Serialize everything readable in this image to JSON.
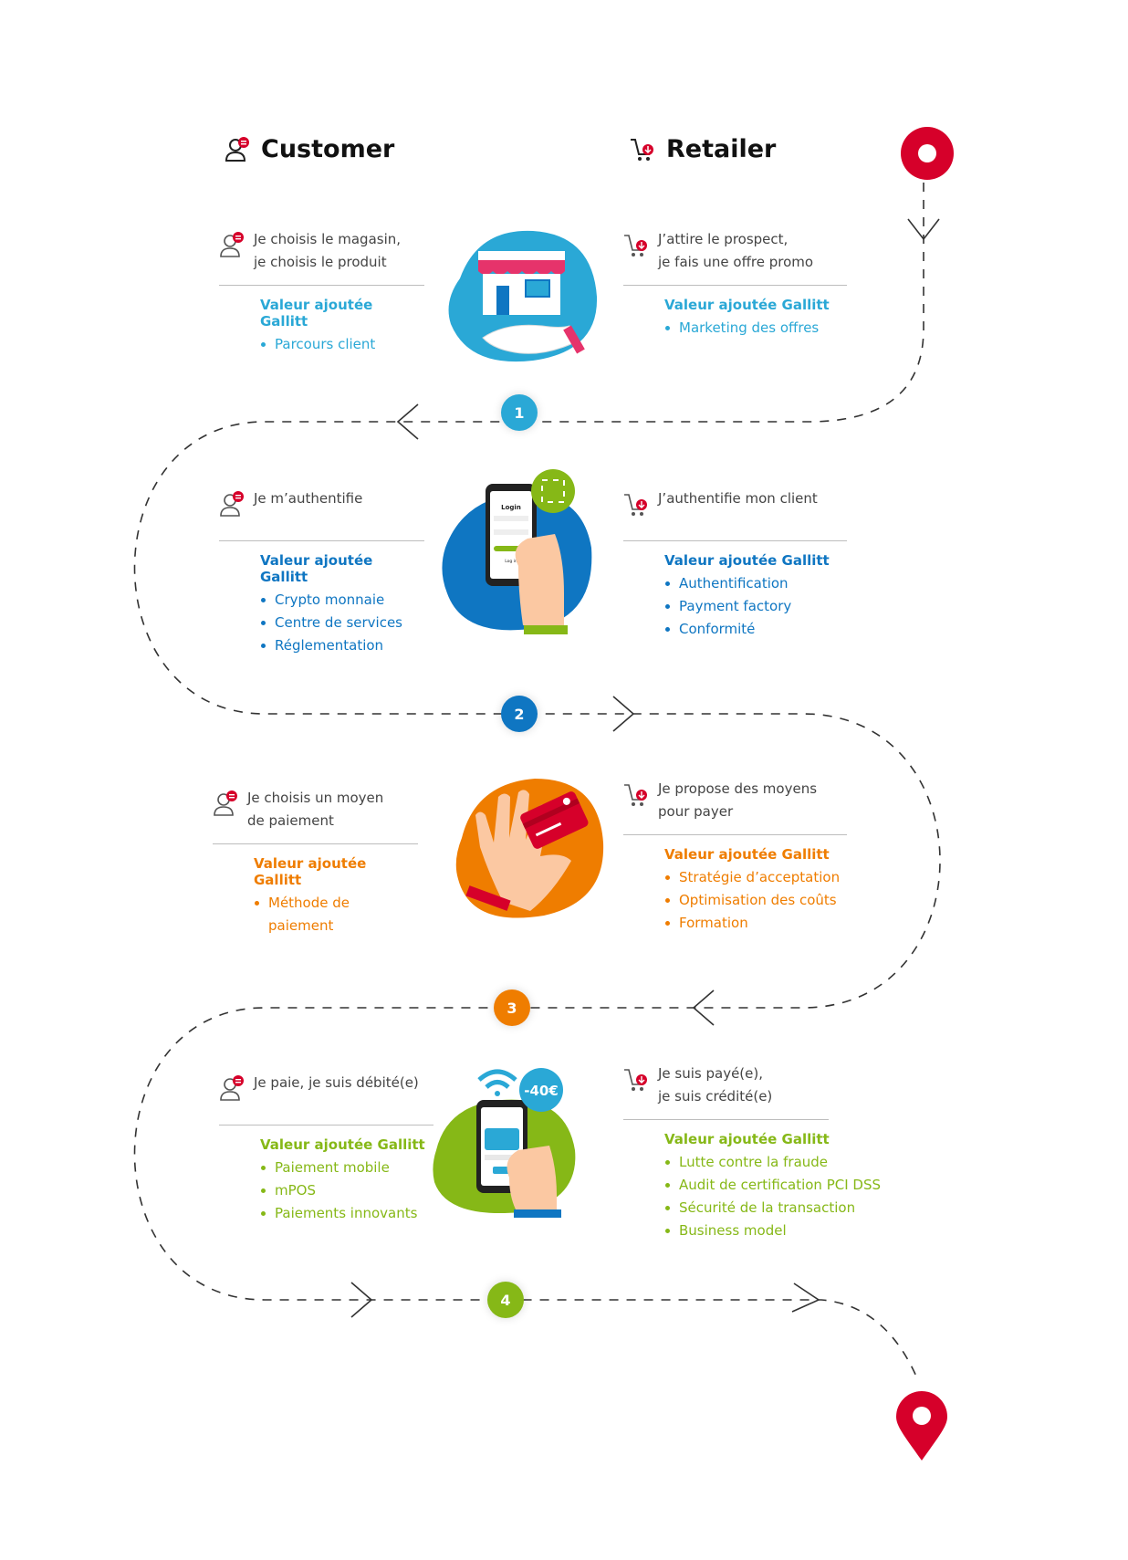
{
  "headers": {
    "customer": "Customer",
    "retailer": "Retailer"
  },
  "steps": [
    {
      "number": "1",
      "color": "#2aa8d6",
      "customer": {
        "text": "Je choisis le magasin,\nje choisis le produit",
        "va_title": "Valeur ajoutée Gallitt",
        "items": [
          "Parcours client"
        ]
      },
      "retailer": {
        "text": "J’attire le prospect,\nje fais une offre promo",
        "va_title": "Valeur ajoutée Gallitt",
        "items": [
          "Marketing des offres"
        ]
      }
    },
    {
      "number": "2",
      "color": "#0f76c2",
      "customer": {
        "text": "Je m’authentifie",
        "va_title": "Valeur ajoutée Gallitt",
        "items": [
          "Crypto monnaie",
          "Centre de services",
          "Réglementation"
        ]
      },
      "retailer": {
        "text": "J’authentifie mon client",
        "va_title": "Valeur ajoutée Gallitt",
        "items": [
          "Authentification",
          "Payment factory",
          "Conformité"
        ]
      }
    },
    {
      "number": "3",
      "color": "#ef7d00",
      "customer": {
        "text": "Je choisis un moyen\nde paiement",
        "va_title": "Valeur ajoutée Gallitt",
        "items": [
          "Méthode de paiement"
        ]
      },
      "retailer": {
        "text": "Je propose des moyens\npour payer",
        "va_title": "Valeur ajoutée Gallitt",
        "items": [
          "Stratégie d’acceptation",
          "Optimisation des coûts",
          "Formation"
        ]
      }
    },
    {
      "number": "4",
      "color": "#86b817",
      "customer": {
        "text": "Je paie, je suis débité(e)",
        "va_title": "Valeur ajoutée Gallitt",
        "items": [
          "Paiement mobile",
          "mPOS",
          "Paiements innovants"
        ]
      },
      "retailer": {
        "text": "Je suis payé(e),\nje suis crédité(e)",
        "va_title": "Valeur ajoutée Gallitt",
        "items": [
          "Lutte contre la fraude",
          "Audit de certification PCI DSS",
          "Sécurité de la transaction",
          "Business model"
        ]
      }
    }
  ],
  "illustrations": {
    "phone_login_title": "Login",
    "phone_login_button": "Log in",
    "price_tag": "-40€"
  },
  "colors": {
    "brand_red": "#d6002a",
    "blue": "#2aa8d6",
    "dark_blue": "#0f76c2",
    "orange": "#ef7d00",
    "green": "#86b817"
  }
}
